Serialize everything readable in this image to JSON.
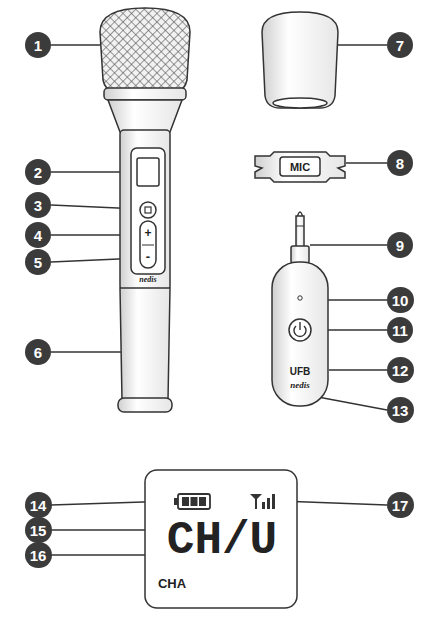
{
  "diagram": {
    "nodes": [
      {
        "text": [
          "1"
        ]
      },
      {
        "text": [
          "2"
        ]
      },
      {
        "text": [
          "3"
        ]
      },
      {
        "text": [
          "4"
        ]
      },
      {
        "text": [
          "5"
        ]
      },
      {
        "text": [
          "6"
        ]
      },
      {
        "text": [
          "7"
        ]
      },
      {
        "text": [
          "8"
        ]
      },
      {
        "text": [
          "9"
        ]
      },
      {
        "text": [
          "10"
        ]
      },
      {
        "text": [
          "11"
        ]
      },
      {
        "text": [
          "12"
        ]
      },
      {
        "text": [
          "13"
        ]
      },
      {
        "text": [
          "14"
        ]
      },
      {
        "text": [
          "15"
        ]
      },
      {
        "text": [
          "16"
        ]
      },
      {
        "text": [
          "17"
        ]
      }
    ],
    "labels": [
      "MIC",
      "UFB",
      "nedis",
      "nedis",
      "CH/U",
      "CHA",
      "+",
      "-"
    ]
  }
}
